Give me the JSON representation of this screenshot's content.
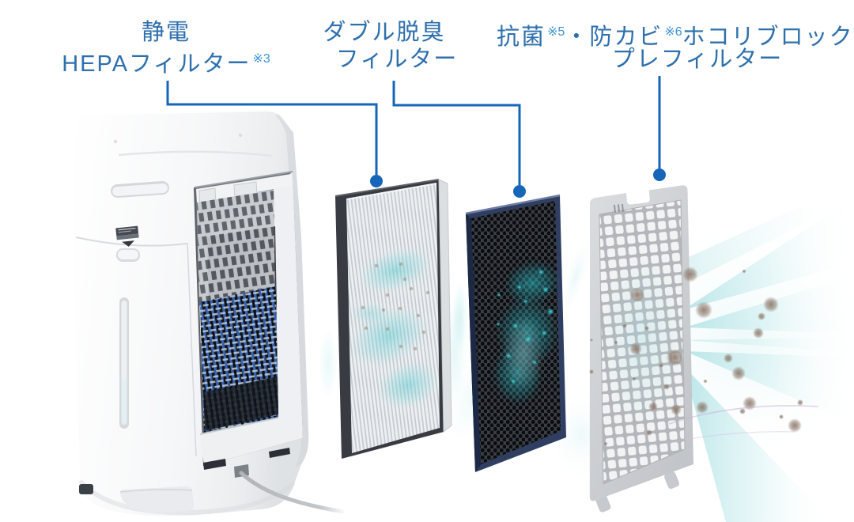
{
  "colors": {
    "background": "#ffffff",
    "label_text": "#2e6fad",
    "label_footnote": "#3f92d8",
    "leader_line": "#1566b8"
  },
  "labels": {
    "hepa": {
      "line1": "静電",
      "line2_main": "HEPAフィルター",
      "footnote": "※3"
    },
    "deodorizing": {
      "line1": "ダブル脱臭",
      "line2": "フィルター"
    },
    "prefilter": {
      "seg1": "抗菌",
      "footnote1": "※5",
      "seg2": "・防カビ",
      "footnote2": "※6",
      "seg3": "ホコリブロック",
      "line2": "プレフィルター"
    }
  }
}
